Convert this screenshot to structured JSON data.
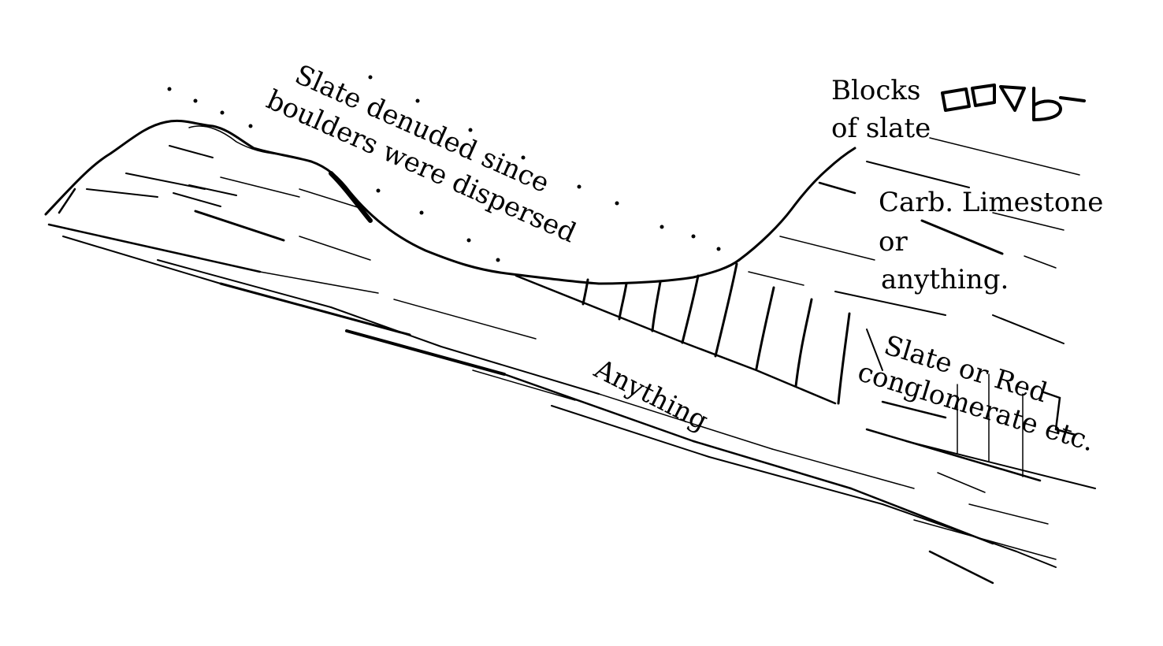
{
  "diagram": {
    "labels": {
      "denuded_line1": "Slate denuded since",
      "denuded_line2": "boulders were dispersed",
      "blocks_line1": "Blocks",
      "blocks_line2": "of slate",
      "limestone_line1": "Carb. Limestone",
      "limestone_line2": "or",
      "limestone_line3": "anything.",
      "slate_red_line1": "Slate or Red",
      "slate_red_line2": "conglomerate etc.",
      "anything": "Anything"
    }
  }
}
